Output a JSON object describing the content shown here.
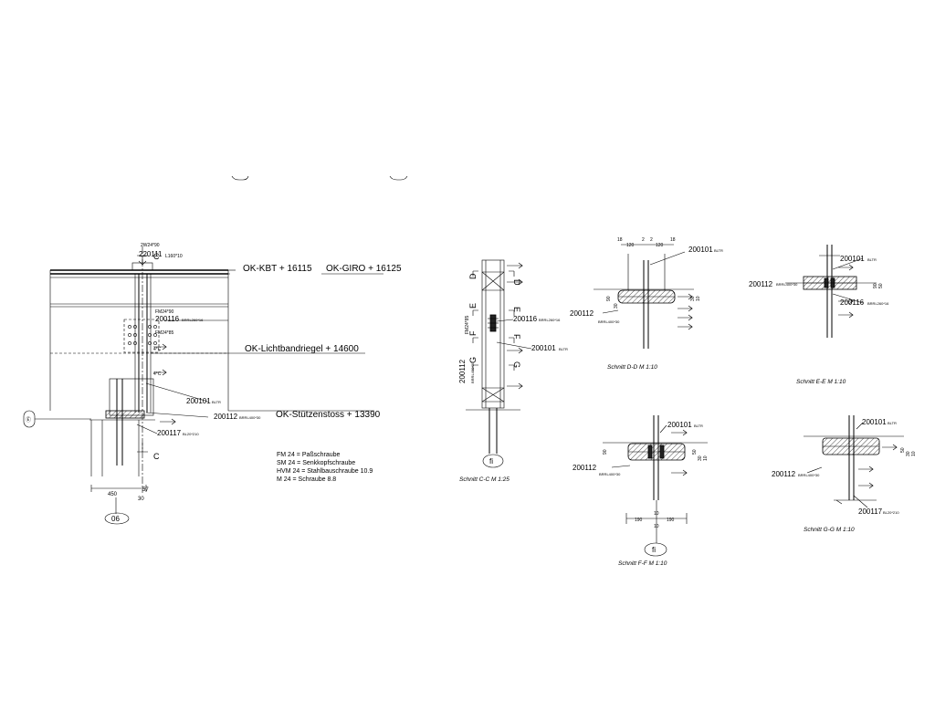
{
  "elevation": {
    "top_labels": [
      "2W24*90",
      "220111",
      "L160*10"
    ],
    "levels": [
      {
        "id": "kbt",
        "text": "OK-KBT + 16115"
      },
      {
        "id": "giro",
        "text": "OK-GIRO + 16125"
      },
      {
        "id": "lichtband",
        "text": "OK-Lichtbandriegel + 14600"
      },
      {
        "id": "stuetzenstoss",
        "text": "OK-Stützenstoss + 13390"
      }
    ],
    "parts": [
      {
        "id": "200116",
        "text": "200116",
        "spec": "BRRL260*16"
      },
      {
        "id": "200101",
        "text": "200101",
        "spec": "BLTR"
      },
      {
        "id": "200112",
        "text": "200112",
        "spec": "BRRL400*30"
      },
      {
        "id": "200117",
        "text": "200117",
        "spec": "BL20*210"
      }
    ],
    "small_labels": [
      "FM24*90",
      "FM24*85",
      "4*C",
      "4*C"
    ],
    "section_mark": "C",
    "dims": [
      "450",
      "57",
      "30"
    ],
    "axis_marker": "06",
    "grid_marker": "Ⓔ",
    "legend": [
      "FM 24 = Paßschraube",
      "SM 24 = Senkkopfschraube",
      "HVM 24 = Stahlbauschraube 10.9",
      " M 24 = Schraube 8.8"
    ]
  },
  "section_cc": {
    "letters": [
      "D",
      "E",
      "F",
      "G"
    ],
    "labels": [
      "FM24*85",
      "200112",
      "BRRL400*30"
    ],
    "parts": [
      {
        "id": "200116",
        "text": "200116",
        "spec": "BRRL260*16"
      },
      {
        "id": "200101",
        "text": "200101",
        "spec": "BLTR"
      }
    ],
    "marker": "fi",
    "title": "Schnitt C-C  M 1:25"
  },
  "section_dd": {
    "dims_top": [
      "18",
      "120",
      "2",
      "2",
      "120",
      "18"
    ],
    "dims_side": [
      "90",
      "30",
      "30",
      "10"
    ],
    "parts": [
      {
        "id": "200101",
        "text": "200101",
        "spec": "BLTR"
      },
      {
        "id": "200112",
        "text": "200112",
        "spec": "BRRL400*30"
      }
    ],
    "title": "Schnitt D-D  M 1:10"
  },
  "section_ee": {
    "dims_side": [
      "90",
      "50"
    ],
    "parts": [
      {
        "id": "200101",
        "text": "200101",
        "spec": "BLTR"
      },
      {
        "id": "200112",
        "text": "200112",
        "spec": "BRRL400*30"
      },
      {
        "id": "200116",
        "text": "200116",
        "spec": "BRRL260*16"
      }
    ],
    "title": "Schnitt E-E  M 1:10"
  },
  "section_ff": {
    "dims_side": [
      "90",
      "50",
      "30",
      "10"
    ],
    "dims_bottom": [
      "10",
      "190",
      "10",
      "190"
    ],
    "parts": [
      {
        "id": "200101",
        "text": "200101",
        "spec": "BLTR"
      },
      {
        "id": "200112",
        "text": "200112",
        "spec": "BRRL400*30"
      }
    ],
    "marker": "fi",
    "title": "Schnitt F-F  M 1:10"
  },
  "section_gg": {
    "dims_side": [
      "50",
      "30",
      "10"
    ],
    "parts": [
      {
        "id": "200101",
        "text": "200101",
        "spec": "BLTR"
      },
      {
        "id": "200112",
        "text": "200112",
        "spec": "BRRL400*30"
      },
      {
        "id": "200117",
        "text": "200117",
        "spec": "BL20*210"
      }
    ],
    "title": "Schnitt G-G  M 1:10"
  }
}
